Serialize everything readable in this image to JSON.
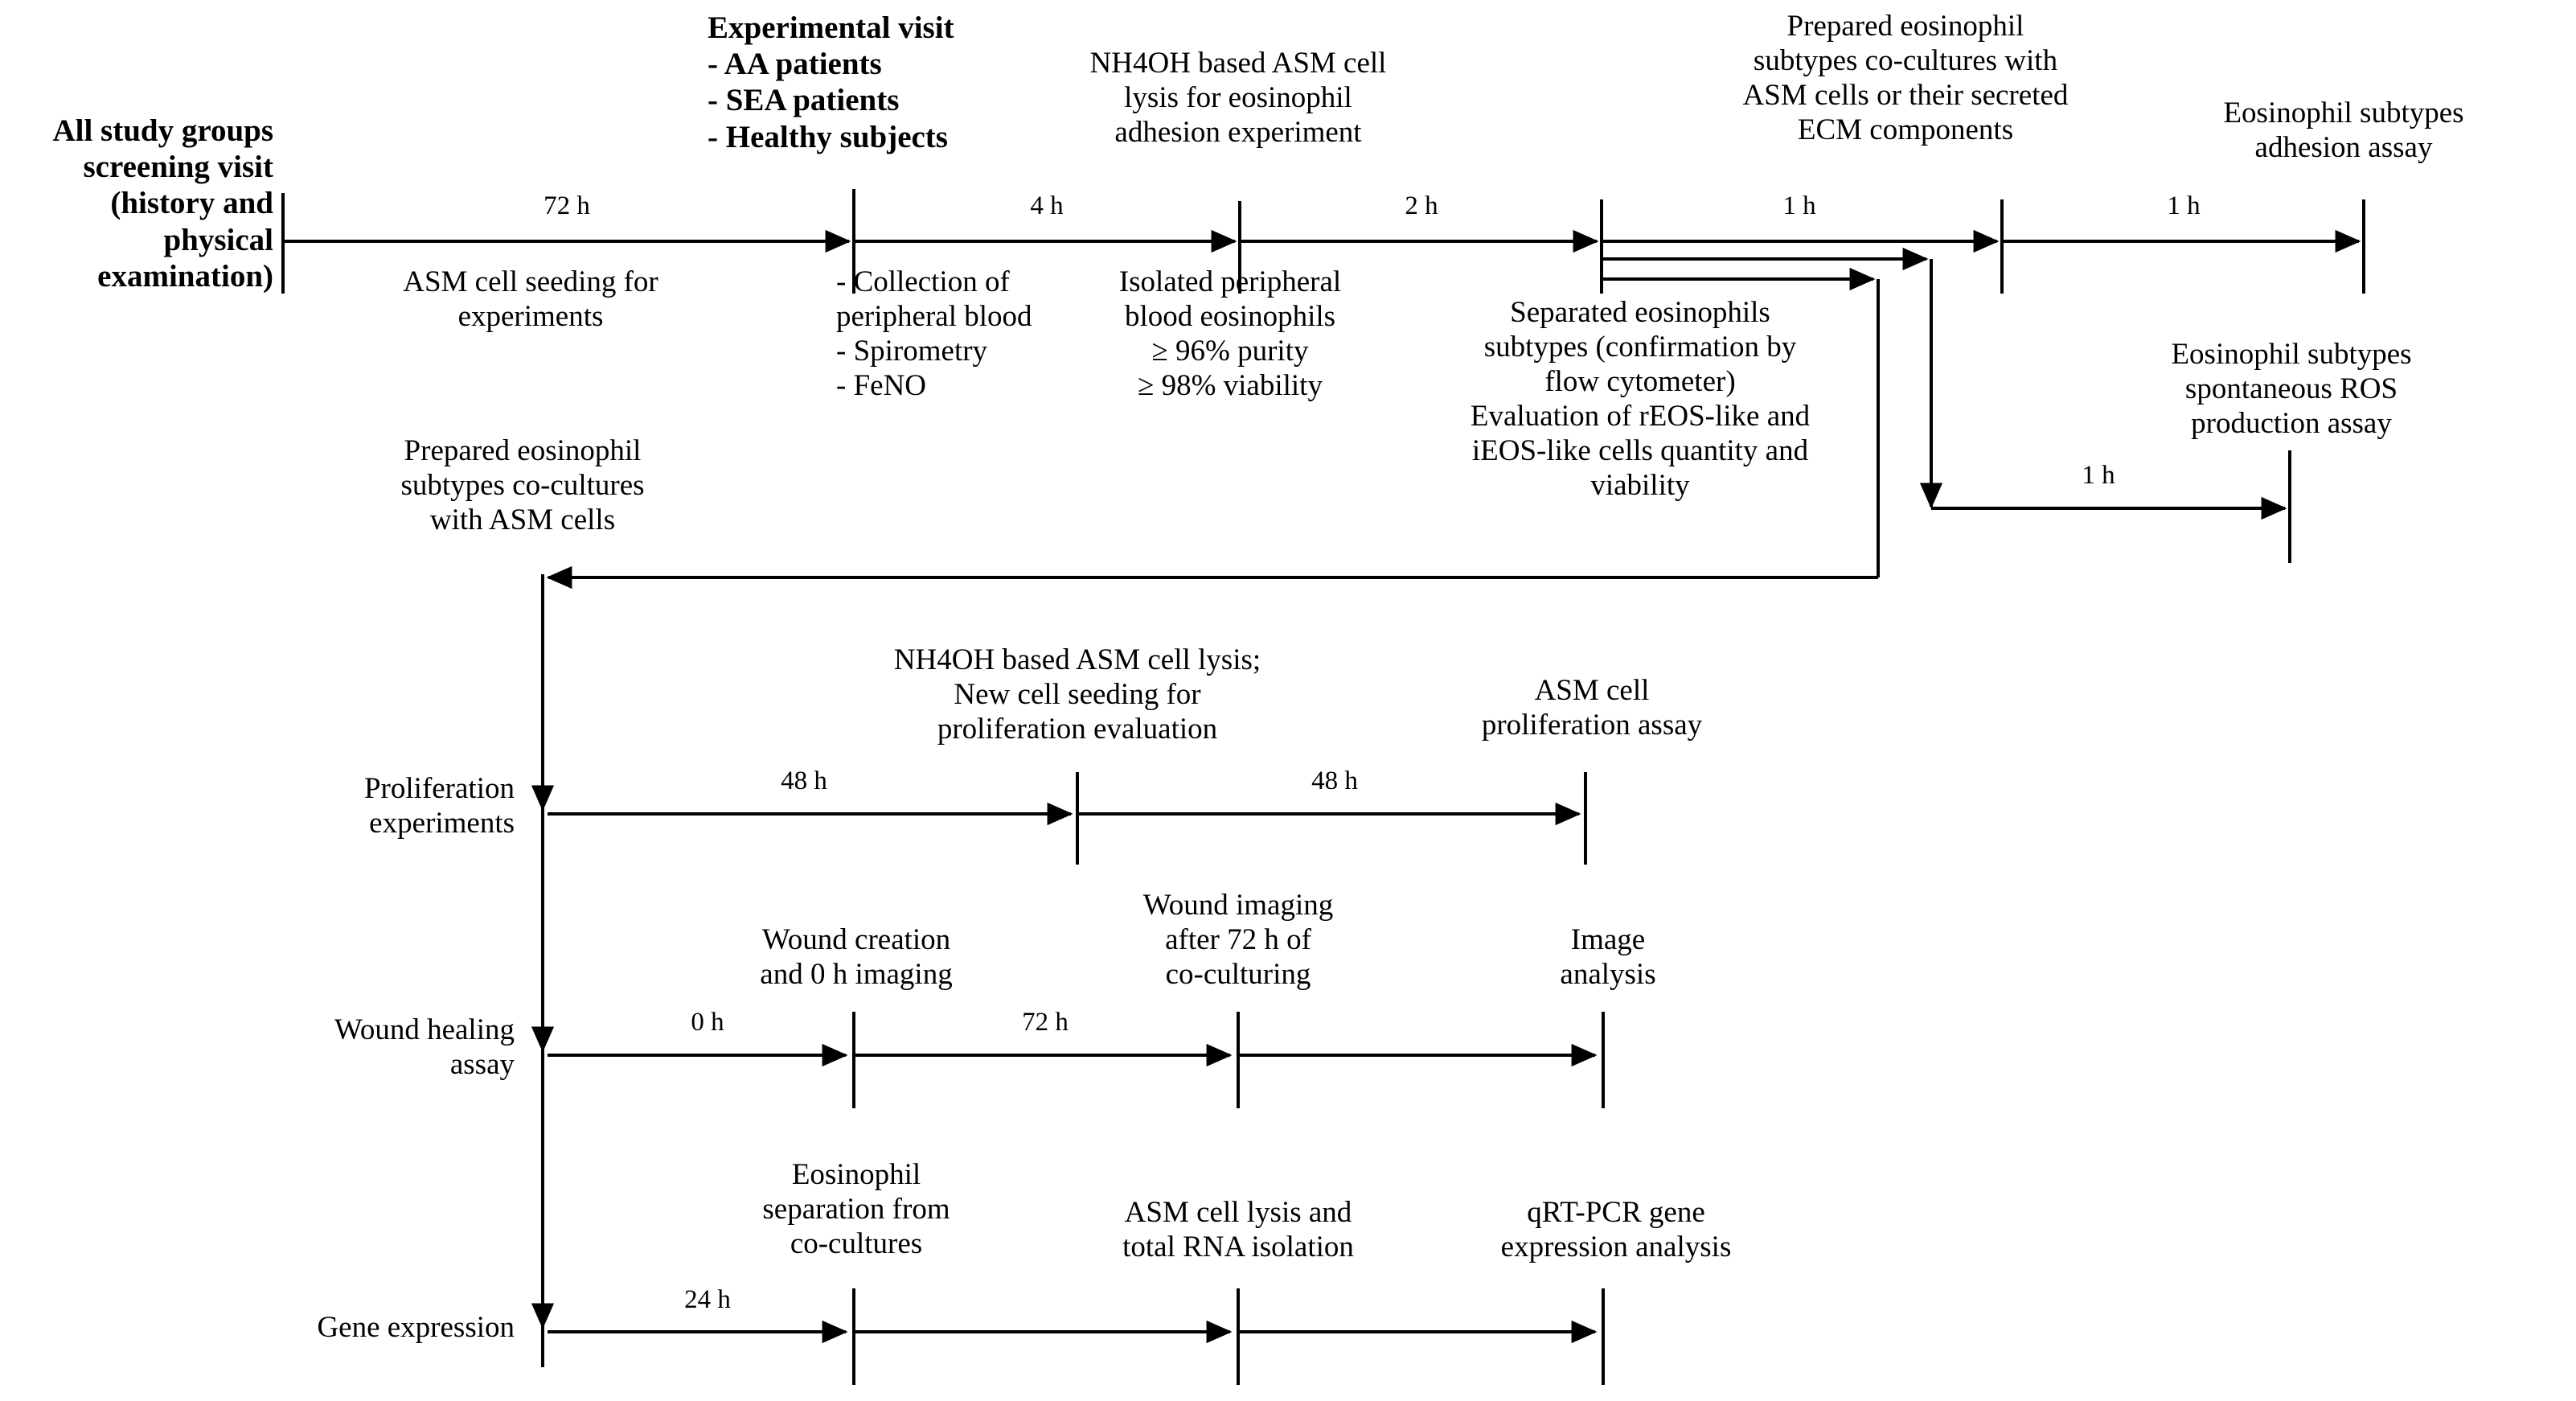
{
  "diagram": {
    "type": "study-protocol-timeline",
    "title_text": "",
    "line_color": "#000000",
    "text_color": "#000000",
    "background": "#ffffff"
  },
  "main_timeline": {
    "start_label": "All study groups\nscreening visit\n(history and\nphysical\nexamination)",
    "durations": [
      "72 h",
      "4 h",
      "2 h",
      "1 h",
      "1 h"
    ],
    "above_labels": [
      "Experimental visit\n-    AA patients\n-    SEA patients\n-    Healthy subjects",
      "NH4OH based ASM cell\nlysis for eosinophil\nadhesion experiment",
      "Prepared eosinophil\nsubtypes co-cultures with\nASM cells or their secreted\nECM components",
      "Eosinophil subtypes\nadhesion assay"
    ],
    "below_labels": [
      "ASM cell seeding for\nexperiments",
      "- Collection of\nperipheral blood\n- Spirometry\n- FeNO",
      "Isolated peripheral\nblood eosinophils\n≥ 96% purity\n≥ 98% viability",
      "Separated eosinophils\nsubtypes (confirmation by\nflow cytometer)\nEvaluation of rEOS-like and\niEOS-like cells quantity and\nviability"
    ]
  },
  "ros_branch": {
    "duration": "1 h",
    "label": "Eosinophil subtypes\nspontaneous ROS\nproduction assay"
  },
  "coculture_node": {
    "label": "Prepared eosinophil\nsubtypes co-cultures\nwith ASM cells"
  },
  "experiment_rows": [
    {
      "name": "Proliferation\nexperiments",
      "durations": [
        "48 h",
        "48 h"
      ],
      "stages": [
        "NH4OH based ASM cell lysis;\nNew cell seeding for\nproliferation evaluation",
        "ASM cell\nproliferation assay"
      ]
    },
    {
      "name": "Wound healing\nassay",
      "durations": [
        "0 h",
        "72 h"
      ],
      "stages": [
        "Wound creation\nand 0 h imaging",
        "Wound imaging\nafter 72 h of\nco-culturing",
        "Image\nanalysis"
      ]
    },
    {
      "name": "Gene expression",
      "durations": [
        "24 h"
      ],
      "stages": [
        "Eosinophil\nseparation from\nco-cultures",
        "ASM cell lysis and\ntotal RNA isolation",
        "qRT-PCR gene\nexpression analysis"
      ]
    }
  ]
}
